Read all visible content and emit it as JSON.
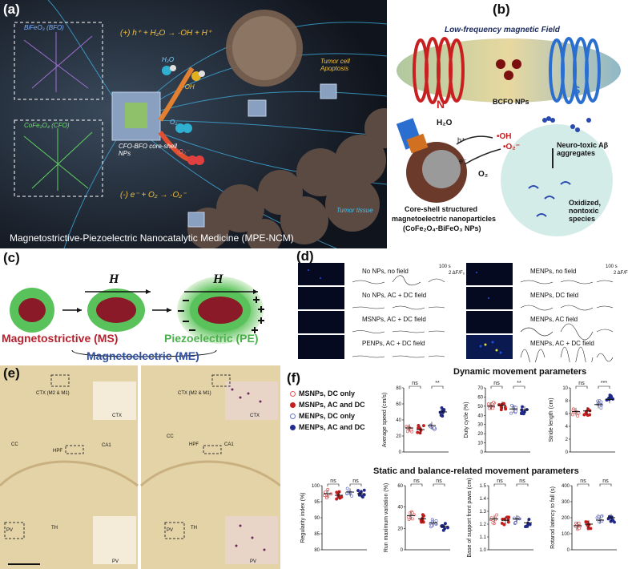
{
  "panel_a": {
    "label": "(a)",
    "bfo": "BiFeO₃ (BFO)",
    "cfo": "CoFe₂O₄ (CFO)",
    "reaction1": "(+) h⁺ + H₂O → ·OH + H⁺",
    "reaction2": "(-) e⁻ + O₂ → ·O₂⁻",
    "h2o": "H₂O",
    "oh": "·OH",
    "o2": "O₂",
    "o2rad": "·O₂⁻",
    "core_shell": "CFO-BFO core-shell NPs",
    "apoptosis": "Tumor cell Apoptosis",
    "tissue": "Tumor tissue",
    "caption": "Magnetostrictive-Piezoelectric Nanocatalytic Medicine (MPE-NCM)"
  },
  "panel_b": {
    "label": "(b)",
    "field": "Low-frequency magnetic Field",
    "n": "N",
    "s": "S",
    "np": "BCFO NPs",
    "h2o": "H₂O",
    "hplus": "h⁺",
    "oh": "•OH",
    "o2rad": "•O₂⁻",
    "eminus": "e⁻",
    "o2": "O₂",
    "neuro": "Neuro-toxic Aβ aggregates",
    "oxidized": "Oxidized, nontoxic species",
    "coreshell1": "Core-shell structured",
    "coreshell2": "magnetoelectric nanoparticles",
    "coreshell3": "(CoFe₂O₄-BiFeO₃ NPs)"
  },
  "panel_c": {
    "label": "(c)",
    "h": "H",
    "ms": "Magnetostrictive (MS)",
    "pe": "Piezoelectric (PE)",
    "me": "Magnetoelectric (ME)"
  },
  "panel_d": {
    "label": "(d)",
    "scale_t": "100 s",
    "scale_f": "2 ΔF/F₀",
    "left_rows": [
      "No NPs, no field",
      "No NPs, AC + DC field",
      "MSNPs, AC + DC field",
      "PENPs, AC + DC field"
    ],
    "right_rows": [
      "MENPs, no field",
      "MENPs, DC field",
      "MENPs, AC field",
      "MENPs, AC + DC field"
    ]
  },
  "panel_e": {
    "label": "(e)",
    "ctx": "CTX (M2 & M1)",
    "ctx_small": "CTX",
    "cc": "CC",
    "hpf": "HPF",
    "ca1": "CA1",
    "th": "TH",
    "pv": "PV"
  },
  "panel_f": {
    "label": "(f)",
    "title_dynamic": "Dynamic movement parameters",
    "title_static": "Static and balance-related movement parameters",
    "legend": [
      "MSNPs, DC only",
      "MSNPs, AC and DC",
      "MENPs, DC only",
      "MENPs, AC and DC"
    ],
    "colors": [
      "#e05a5a",
      "#c41e1e",
      "#6a73c7",
      "#232a8f"
    ],
    "ns": "ns",
    "chart_data": [
      {
        "type": "scatter",
        "ylabel": "Average speed (cm/s)",
        "ylim": [
          0,
          80
        ],
        "yticks": [
          "0",
          "20",
          "40",
          "60",
          "80"
        ],
        "means": [
          30,
          28,
          33,
          50
        ],
        "marks": [
          "ns",
          "**"
        ]
      },
      {
        "type": "scatter",
        "ylabel": "Duty cycle (%)",
        "ylim": [
          0,
          70
        ],
        "yticks": [
          "0",
          "10",
          "20",
          "30",
          "40",
          "50",
          "60",
          "70"
        ],
        "means": [
          50,
          51,
          47,
          46
        ],
        "marks": [
          "ns",
          "**"
        ]
      },
      {
        "type": "scatter",
        "ylabel": "Stride length (cm)",
        "ylim": [
          0,
          10
        ],
        "yticks": [
          "0",
          "2",
          "4",
          "6",
          "8",
          "10"
        ],
        "means": [
          6.3,
          6.4,
          7.4,
          8.2
        ],
        "marks": [
          "ns",
          "***"
        ]
      },
      {
        "type": "scatter",
        "ylabel": "Regularity index (%)",
        "ylim": [
          80,
          100
        ],
        "yticks": [
          "80",
          "85",
          "90",
          "95",
          "100"
        ],
        "means": [
          97.5,
          97,
          98,
          97.5
        ],
        "marks": [
          "ns",
          "ns"
        ]
      },
      {
        "type": "scatter",
        "ylabel": "Run maximum variation (%)",
        "ylim": [
          0,
          60
        ],
        "yticks": [
          "0",
          "20",
          "40",
          "60"
        ],
        "means": [
          32,
          29,
          25,
          22
        ],
        "marks": [
          "ns",
          "ns"
        ]
      },
      {
        "type": "scatter",
        "ylabel": "Base of support front paws (cm)",
        "ylim": [
          1.0,
          1.5
        ],
        "yticks": [
          "1.0",
          "1.1",
          "1.2",
          "1.3",
          "1.4",
          "1.5"
        ],
        "means": [
          1.24,
          1.23,
          1.24,
          1.21
        ],
        "marks": [
          "ns",
          "ns"
        ]
      },
      {
        "type": "scatter",
        "ylabel": "Rotarod latency to fall (s)",
        "ylim": [
          0,
          400
        ],
        "yticks": [
          "0",
          "100",
          "200",
          "300",
          "400"
        ],
        "means": [
          150,
          160,
          185,
          200
        ],
        "marks": [
          "ns",
          "ns"
        ]
      }
    ]
  }
}
